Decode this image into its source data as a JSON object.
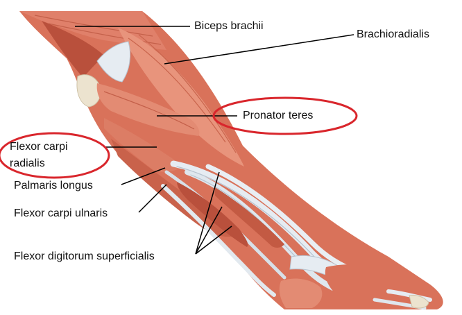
{
  "labels": {
    "biceps": "Biceps brachii",
    "brachioradialis": "Brachioradialis",
    "pronator_teres": "Pronator teres",
    "flexor_carpi_radialis_line1": "Flexor carpi",
    "flexor_carpi_radialis_line2": "radialis",
    "palmaris_longus": "Palmaris longus",
    "flexor_carpi_ulnaris": "Flexor carpi ulnaris",
    "flexor_digitorum": "Flexor digitorum superficialis"
  },
  "colors": {
    "muscle": "#d9725a",
    "muscle_light": "#e8947c",
    "muscle_dark": "#b9503c",
    "tendon": "#e6ecf2",
    "tendon_shadow": "#b8c4d0",
    "bone": "#ece3cf",
    "highlight_ring": "#d9262c",
    "leader_line": "#000000"
  }
}
